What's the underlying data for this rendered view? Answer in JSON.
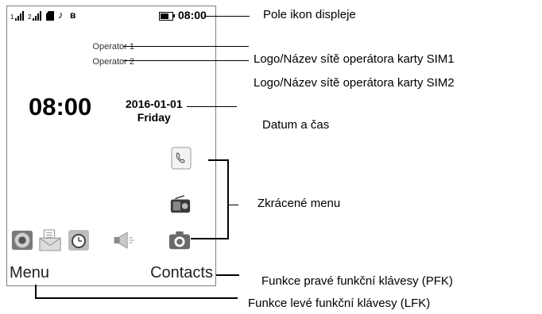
{
  "phone": {
    "status_time": "08:00",
    "operator1": "Operator 1",
    "operator2": "Operator 2",
    "clock": "08:00",
    "date": "2016-01-01",
    "weekday": "Friday",
    "softkey_left": "Menu",
    "softkey_right": "Contacts",
    "status_icons": [
      "sim1-signal-icon",
      "sim2-signal-icon",
      "sim-card-icon",
      "music-note-icon",
      "bluetooth-icon",
      "battery-icon"
    ],
    "shortcut_icons": [
      "contacts-icon",
      "radio-icon",
      "speaker-icon",
      "message-icon",
      "alarm-clock-icon",
      "volume-icon",
      "camera-icon"
    ]
  },
  "labels": {
    "icon_bar": "Pole ikon displeje",
    "sim1": "Logo/Název sítě operátora karty SIM1",
    "sim2": "Logo/Název sítě operátora karty SIM2",
    "datetime": "Datum a čas",
    "shortcut_menu": "Zkrácené menu",
    "rsk": "Funkce pravé funkční klávesy (PFK)",
    "lsk": "Funkce levé funkční klávesy (LFK)"
  }
}
